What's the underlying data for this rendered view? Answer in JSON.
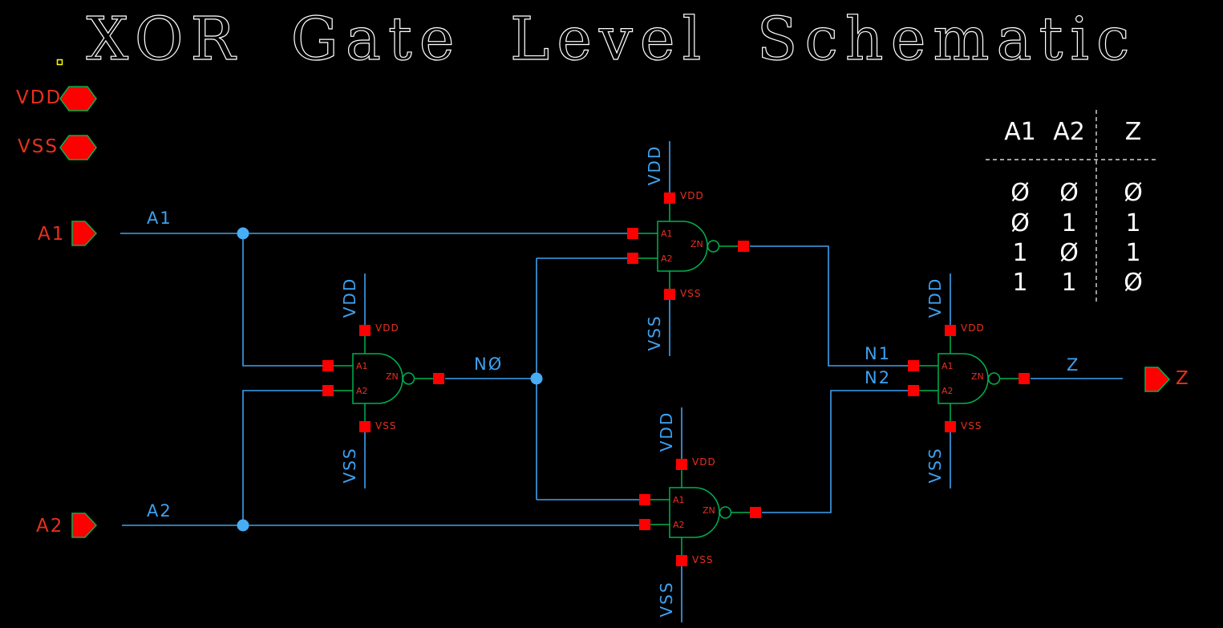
{
  "title": "XOR Gate Level Schematic",
  "colors": {
    "background": "#000000",
    "wire": "#3EA1F0",
    "junction": "#47ADF5",
    "device_green": "#00B150",
    "pin_red": "#FF0000",
    "red_text": "#E8301E",
    "table_white": "#FFFFFF",
    "marker_yellow": "#FFFF00"
  },
  "io_pins": {
    "vdd": "VDD",
    "vss": "VSS",
    "a1": "A1",
    "a2": "A2",
    "z": "Z"
  },
  "nets": {
    "a1": "A1",
    "a2": "A2",
    "n0": "NØ",
    "n1": "N1",
    "n2": "N2",
    "z": "Z"
  },
  "gate": {
    "a1": "A1",
    "a2": "A2",
    "zn": "ZN",
    "vdd": "VDD",
    "vss": "VSS"
  },
  "truth_table": {
    "headers": [
      "A1",
      "A2",
      "Z"
    ],
    "rows": [
      [
        "Ø",
        "Ø",
        "Ø"
      ],
      [
        "Ø",
        "1",
        "1"
      ],
      [
        "1",
        "Ø",
        "1"
      ],
      [
        "1",
        "1",
        "Ø"
      ]
    ]
  }
}
